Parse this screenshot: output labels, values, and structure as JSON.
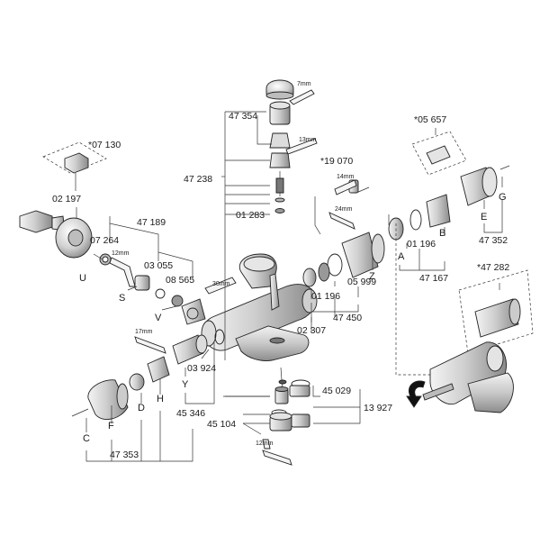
{
  "parts": {
    "p07130": "*07 130",
    "p02197": "02 197",
    "p07264": "07 264",
    "U": "U",
    "p47189": "47 189",
    "p03055": "03 055",
    "S": "S",
    "p08565": "08 565",
    "V": "V",
    "p47354": "47 354",
    "p47238": "47 238",
    "p01283": "01 283",
    "p19070": "*19 070",
    "p05657": "*05 657",
    "G": "G",
    "E": "E",
    "p47352": "47 352",
    "B": "B",
    "p01196a": "01 196",
    "A": "A",
    "p47167": "47 167",
    "Z": "Z",
    "p05999": "05 999",
    "p01196b": "01 196",
    "p02307": "02 307",
    "p47450": "47 450",
    "p47282": "*47 282",
    "p03924": "03 924",
    "Y": "Y",
    "H": "H",
    "D": "D",
    "F": "F",
    "C": "C",
    "p45346": "45 346",
    "p47353": "47 353",
    "p45029": "45 029",
    "p13927": "13 927",
    "p45104": "45 104"
  },
  "tools": {
    "w7": "7mm",
    "w13": "13mm",
    "w14": "14mm",
    "w24": "24mm",
    "w12": "12mm",
    "w30": "30mm",
    "w17": "17mm",
    "w12b": "12mm"
  }
}
